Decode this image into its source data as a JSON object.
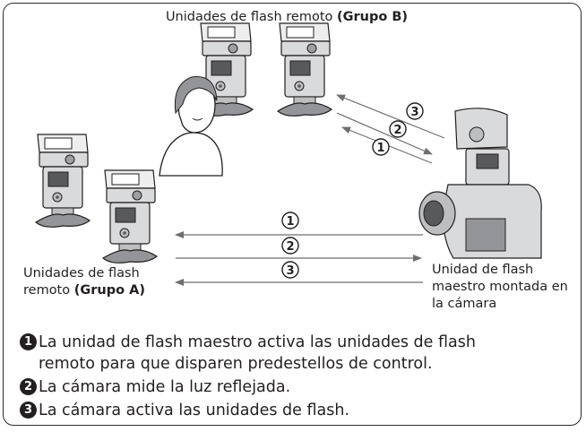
{
  "labels": {
    "group_b_prefix": "Unidades de flash remoto ",
    "group_b_bold": "(Grupo B)",
    "group_a_line1": "Unidades de flash",
    "group_a_line2_prefix": "remoto ",
    "group_a_line2_bold": "(Grupo A)",
    "master_line1": "Unidad de flash",
    "master_line2": "maestro montada en",
    "master_line3": "la cámara"
  },
  "arrow_markers": [
    "1",
    "2",
    "3"
  ],
  "steps": [
    {
      "marker": "1",
      "text": "La unidad de flash maestro activa las unidades de flash\nremoto para que disparen predestellos de control."
    },
    {
      "marker": "2",
      "text": "La cámara mide la luz reflejada."
    },
    {
      "marker": "3",
      "text": "La cámara activa las unidades de flash."
    }
  ],
  "colors": {
    "line": "#231f20",
    "arrow": "#6d6e71",
    "flash_body": "#d9dadb",
    "flash_dark": "#58595b",
    "flash_head": "#eeeeee"
  }
}
